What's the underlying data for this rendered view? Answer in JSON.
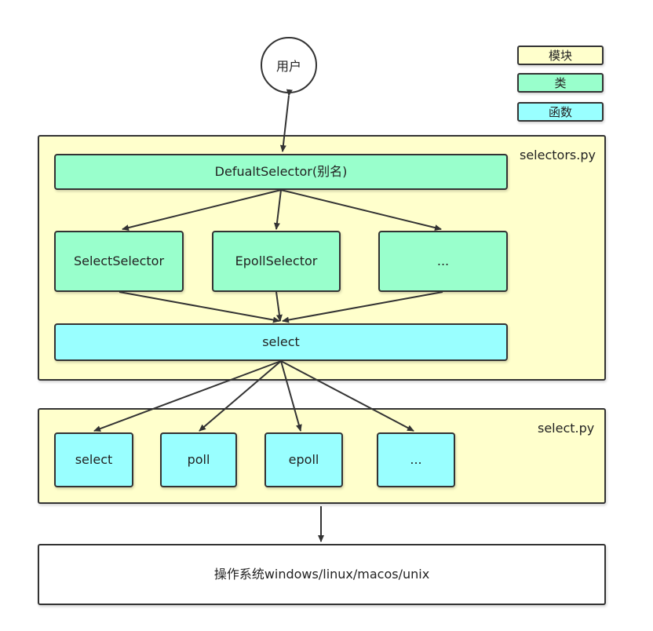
{
  "legend": {
    "module": "模块",
    "class": "类",
    "function": "函数"
  },
  "colors": {
    "module": "#ffffcc",
    "class": "#99ffcc",
    "function": "#99ffff",
    "border": "#333333"
  },
  "user": "用户",
  "selectors_module": {
    "label": "selectors.py",
    "default_selector": "DefualtSelector(别名)",
    "classes": [
      "SelectSelector",
      "EpollSelector",
      "..."
    ],
    "select_function": "select"
  },
  "select_module": {
    "label": "select.py",
    "functions": [
      "select",
      "poll",
      "epoll",
      "..."
    ]
  },
  "os": "操作系统windows/linux/macos/unix"
}
